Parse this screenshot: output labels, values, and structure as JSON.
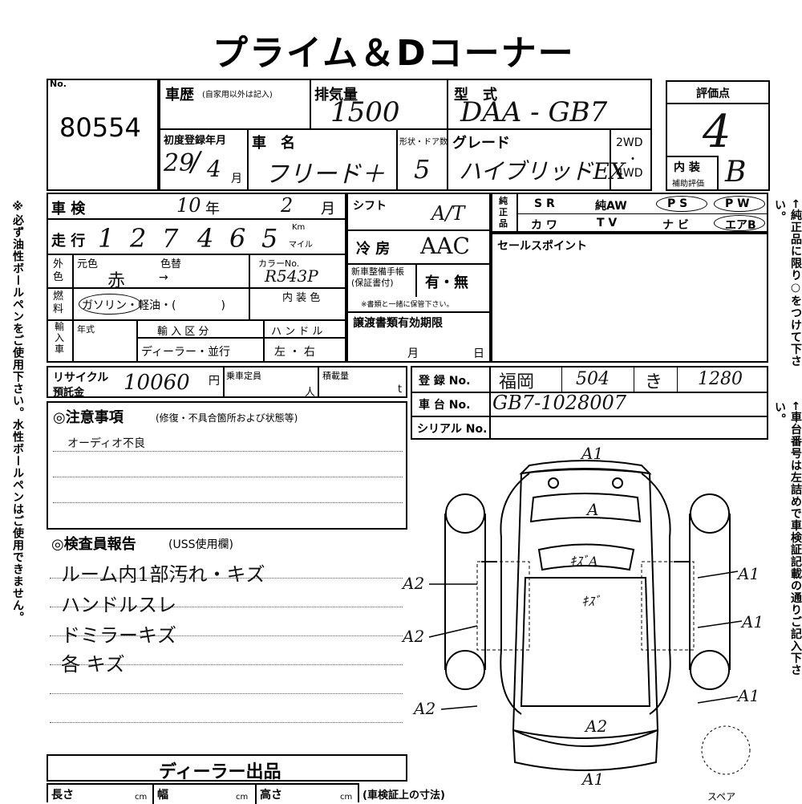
{
  "header": {
    "title": "プライム＆Dコーナー"
  },
  "lot": {
    "no_label": "No.",
    "number": "80554"
  },
  "history": {
    "label": "車歴",
    "note": "(自家用以外は記入)"
  },
  "displacement": {
    "label": "排気量",
    "value": "1500"
  },
  "model_type": {
    "label": "型　式",
    "value": "DAA - GB7"
  },
  "score": {
    "label": "評価点",
    "value": "4"
  },
  "first_reg": {
    "label": "初度登録年月",
    "year": "29",
    "month": "4",
    "month_unit": "月"
  },
  "car_name": {
    "label": "車　名",
    "value": "フリード＋"
  },
  "doors": {
    "label": "形状・ドア数",
    "value": "5"
  },
  "grade": {
    "label": "グレード",
    "value": "ハイブリッドEX"
  },
  "drive": {
    "two": "2WD",
    "dot": "・",
    "four": "4WD"
  },
  "interior_score": {
    "label1": "内 装",
    "label2": "補助評価",
    "value": "B"
  },
  "inspection": {
    "label": "車 検",
    "year": "10",
    "year_unit": "年",
    "month": "2",
    "month_unit": "月"
  },
  "mileage": {
    "label": "走 行",
    "digits": [
      "1",
      "2",
      "7",
      "4",
      "6",
      "5"
    ],
    "unit_km": "Km",
    "unit_mile": "マイル"
  },
  "shift": {
    "label": "シフト",
    "value": "A/T"
  },
  "genuine": {
    "label": "純正品",
    "row1": [
      "S R",
      "純AW",
      "P S",
      "P W"
    ],
    "row2": [
      "カ ワ",
      "T V",
      "ナ ビ",
      "エアB"
    ]
  },
  "ac": {
    "label": "冷 房",
    "value": "AAC"
  },
  "sales_point": {
    "label": "セールスポイント"
  },
  "exterior_color": {
    "label": "外色",
    "original_label": "元色",
    "original": "赤",
    "changed_label": "色替",
    "changed": "→"
  },
  "color_no": {
    "label": "カラーNo.",
    "value": "R543P"
  },
  "warranty": {
    "label": "新車整備手帳\n(保証書付)",
    "value": "有・無",
    "note": "※書類と一緒に保管下さい。"
  },
  "fuel": {
    "label": "燃料",
    "options": "ガソリン・軽油・(　　　　)"
  },
  "interior_color": {
    "label": "内 装 色"
  },
  "import": {
    "label": "輸入車",
    "year_label": "年式",
    "category_label": "輸 入 区 分",
    "category_values": "ディーラー・並行",
    "handle_label": "ハ ン ド ル",
    "handle_values": "左 ・ 右"
  },
  "transfer": {
    "label": "譲渡書類有効期限",
    "month_unit": "月",
    "day_unit": "日"
  },
  "recycle": {
    "label1": "リサイクル",
    "label2": "預託金",
    "value": "10060",
    "unit": "円"
  },
  "capacity": {
    "label": "乗車定員",
    "unit": "人"
  },
  "load": {
    "label": "積載量",
    "unit": "t"
  },
  "registration": {
    "label": "登 録 No.",
    "city": "福岡",
    "class": "504",
    "kana": "き",
    "number": "1280"
  },
  "chassis": {
    "label": "車 台 No.",
    "value": "GB7-1028007"
  },
  "serial": {
    "label": "シリアル No."
  },
  "notes": {
    "title": "◎注意事項",
    "subtitle": "(修復・不具合箇所および状態等)",
    "line1": "オーディオ不良"
  },
  "report": {
    "title": "◎検査員報告",
    "subtitle": "(USS使用欄)",
    "lines": [
      "ルーム内1部汚れ・キズ",
      "ハンドルスレ",
      "ドミラーキズ",
      "各 キズ"
    ]
  },
  "diagram": {
    "marks": [
      "A1",
      "A",
      "A1",
      "A2",
      "ｷｽﾞA",
      "ｷｽﾞ",
      "A1",
      "A2",
      "A2",
      "A1",
      "A2",
      "A1"
    ],
    "spare": "スペア"
  },
  "dealer": {
    "label": "ディーラー出品"
  },
  "dims": {
    "length": "長さ",
    "width": "幅",
    "height": "高さ",
    "cm": "cm",
    "note": "(車検証上の寸法)"
  },
  "side_left": "※必ず油性ボールペンをご使用下さい。水性ボールペンはご使用できません。",
  "side_right1": "←純正品に限り○をつけて下さい。",
  "side_right2": "←車台番号は左詰めで車検証記載の通りご記入下さい。"
}
